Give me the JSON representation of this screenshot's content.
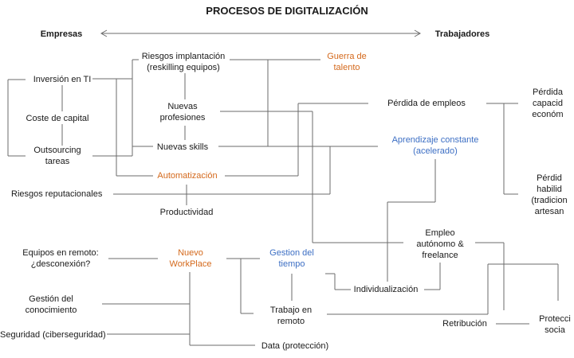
{
  "title": "PROCESOS DE DIGITALIZACIÓN",
  "axis": {
    "left": "Empresas",
    "right": "Trabajadores"
  },
  "colors": {
    "text": "#1a1a1a",
    "orange": "#d4691c",
    "blue": "#3d6fc4",
    "line": "#6b6b6b"
  },
  "nodes": {
    "inversion_ti": "Inversión en TI",
    "coste_capital": "Coste de capital",
    "outsourcing": [
      "Outsourcing",
      "tareas"
    ],
    "riesgos_implantacion": [
      "Riesgos implantación",
      "(reskilling equipos)"
    ],
    "nuevas_profesiones": [
      "Nuevas",
      "profesiones"
    ],
    "nuevas_skills": "Nuevas skills",
    "guerra_talento": [
      "Guerra de",
      "talento"
    ],
    "perdida_empleos": "Pérdida de empleos",
    "perdida_capacidad": [
      "Pérdida",
      "capacid",
      "económ"
    ],
    "aprendizaje": [
      "Aprendizaje constante",
      "(acelerado)"
    ],
    "perdida_habilidades": [
      "Pérdid",
      "habilid",
      "(tradicion",
      "artesan"
    ],
    "automatizacion": "Automatización",
    "riesgos_reputacionales": "Riesgos reputacionales",
    "productividad": "Productividad",
    "empleo_autonomo": [
      "Empleo",
      "autónomo &",
      "freelance"
    ],
    "equipos_remoto": [
      "Equipos en remoto:",
      "¿desconexión?"
    ],
    "nuevo_workplace": [
      "Nuevo",
      "WorkPlace"
    ],
    "gestion_tiempo": [
      "Gestion del",
      "tiempo"
    ],
    "individualizacion": "Individualización",
    "gestion_conocimiento": [
      "Gestión del",
      "conocimiento"
    ],
    "trabajo_remoto": [
      "Trabajo en",
      "remoto"
    ],
    "retribucion": "Retribución",
    "proteccion_social": [
      "Protecci",
      "socia"
    ],
    "seguridad": "Seguridad (ciberseguridad)",
    "data": "Data (protección)"
  }
}
